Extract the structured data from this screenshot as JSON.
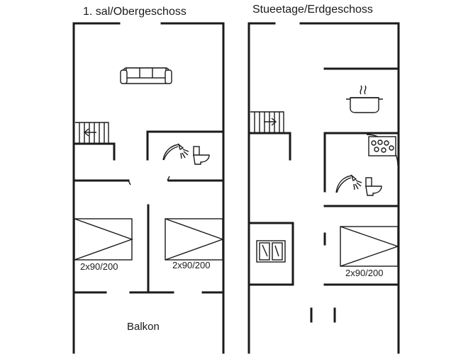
{
  "floors": {
    "upper": {
      "title": "1. sal/Obergeschoss",
      "bed_left": "2x90/200",
      "bed_right": "2x90/200",
      "balcony": "Balkon",
      "icons": [
        "sofa-icon",
        "stairs-icon",
        "shower-icon",
        "toilet-icon",
        "bed-icon"
      ]
    },
    "ground": {
      "title": "Stueetage/Erdgeschoss",
      "bed": "2x90/200",
      "icons": [
        "stairs-icon",
        "cooking-pot-icon",
        "hob-icon",
        "shower-icon",
        "toilet-icon",
        "washing-machine-icon",
        "bed-icon"
      ]
    }
  }
}
